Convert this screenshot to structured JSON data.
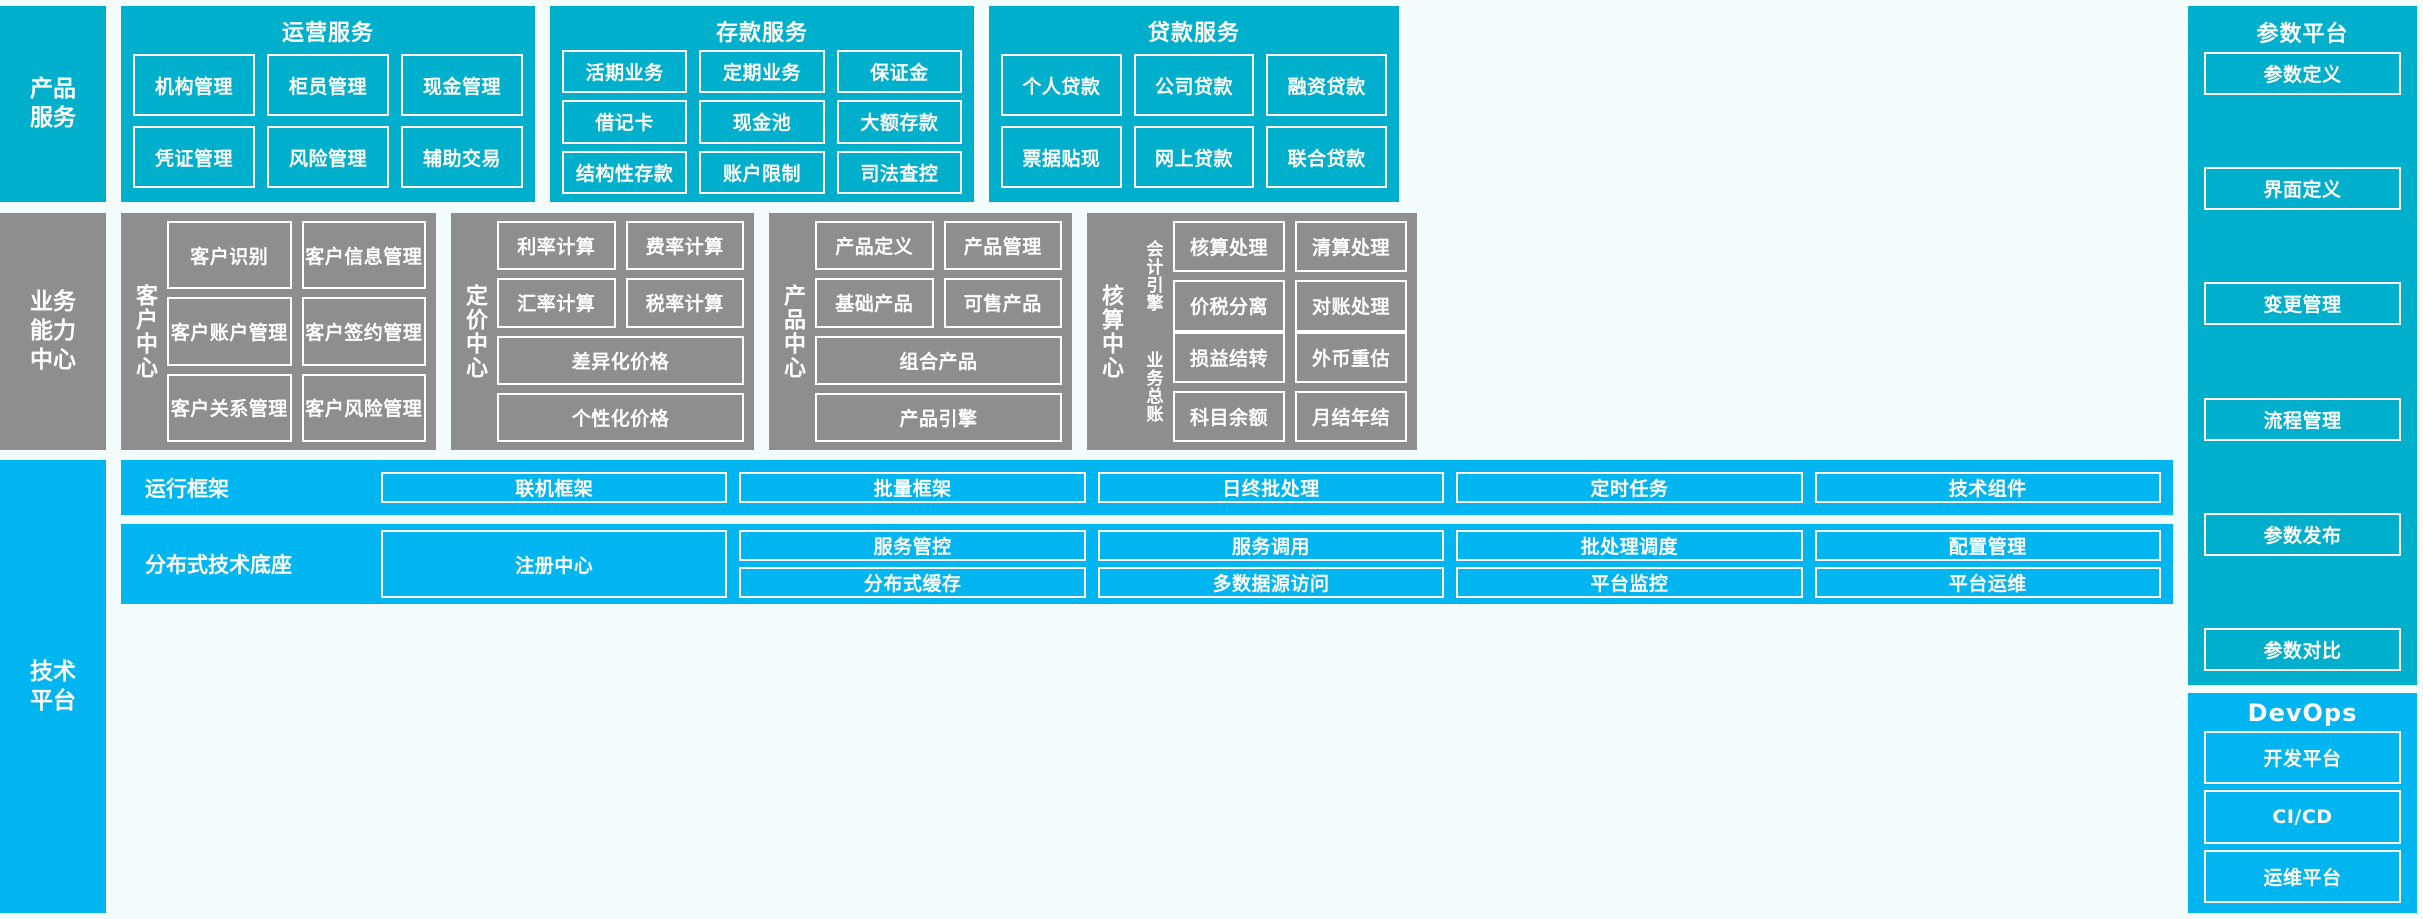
{
  "layers": {
    "product_services": "产品\n服务",
    "business_capability": "业务\n能力\n中心",
    "technical_platform": "技术\n平台"
  },
  "product_services": {
    "operation": {
      "title": "运营服务",
      "items": [
        "机构管理",
        "柜员管理",
        "现金管理",
        "凭证管理",
        "风险管理",
        "辅助交易"
      ]
    },
    "deposit": {
      "title": "存款服务",
      "items": [
        "活期业务",
        "定期业务",
        "保证金",
        "借记卡",
        "现金池",
        "大额存款",
        "结构性存款",
        "账户限制",
        "司法查控"
      ]
    },
    "loan": {
      "title": "贷款服务",
      "items": [
        "个人贷款",
        "公司贷款",
        "融资贷款",
        "票据贴现",
        "网上贷款",
        "联合贷款"
      ]
    }
  },
  "param_platform": {
    "title": "参数平台",
    "items": [
      "参数定义",
      "界面定义",
      "变更管理",
      "流程管理",
      "参数发布",
      "参数对比"
    ]
  },
  "business_capability": {
    "customer": {
      "label": "客户中心",
      "items": [
        "客户识别",
        "客户信息管理",
        "客户账户管理",
        "客户签约管理",
        "客户关系管理",
        "客户风险管理"
      ]
    },
    "pricing": {
      "label": "定价中心",
      "items": [
        "利率计算",
        "费率计算",
        "汇率计算",
        "税率计算",
        "差异化价格",
        "个性化价格"
      ]
    },
    "product": {
      "label": "产品中心",
      "items": [
        "产品定义",
        "产品管理",
        "基础产品",
        "可售产品",
        "组合产品",
        "产品引擎"
      ]
    },
    "accounting": {
      "label": "核算中心",
      "groups": [
        {
          "label": "会计引擎",
          "items": [
            "核算处理",
            "清算处理",
            "价税分离",
            "对账处理"
          ]
        },
        {
          "label": "业务总账",
          "items": [
            "损益结转",
            "外币重估",
            "科目余额",
            "月结年结"
          ]
        }
      ]
    }
  },
  "technical_platform": {
    "runtime": {
      "label": "运行框架",
      "items": [
        "联机框架",
        "批量框架",
        "日终批处理",
        "定时任务",
        "技术组件"
      ]
    },
    "base": {
      "label": "分布式技术底座",
      "registry": "注册中心",
      "items": [
        "服务管控",
        "服务调用",
        "批处理调度",
        "配置管理",
        "分布式缓存",
        "多数据源访问",
        "平台监控",
        "平台运维"
      ]
    }
  },
  "devops": {
    "title": "DevOps",
    "items": [
      "开发平台",
      "CI/CD",
      "运维平台"
    ]
  },
  "colors": {
    "cyan": "#00AFCB",
    "gray": "#8E8E8E",
    "blue": "#00B5F0",
    "box_border": "#FFFFFF",
    "page_bg": "#F4FDFE"
  }
}
